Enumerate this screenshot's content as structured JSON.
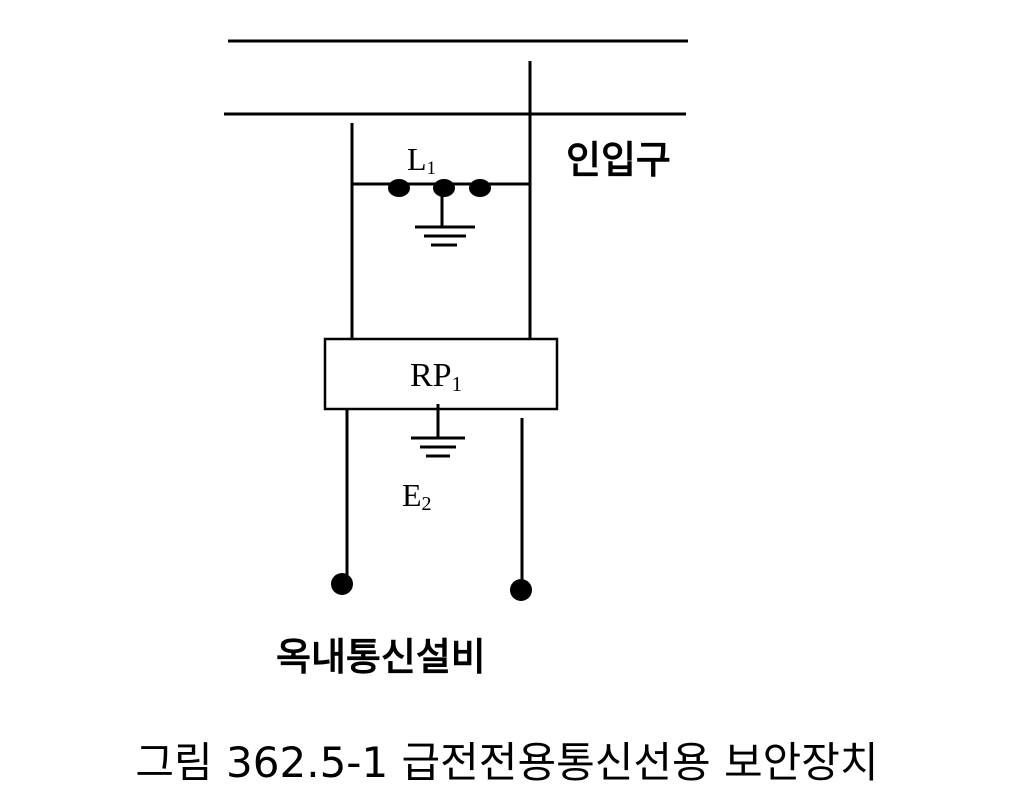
{
  "labels": {
    "entrance": "인입구",
    "l1_main": "L",
    "l1_sub": "1",
    "rp1_main": "RP",
    "rp1_sub": "1",
    "e2_main": "E",
    "e2_sub": "2",
    "indoor_equipment": "옥내통신설비",
    "caption": "그림 362.5-1 급전전용통신선용 보안장치"
  },
  "colors": {
    "line": "#000000",
    "background": "#ffffff"
  }
}
